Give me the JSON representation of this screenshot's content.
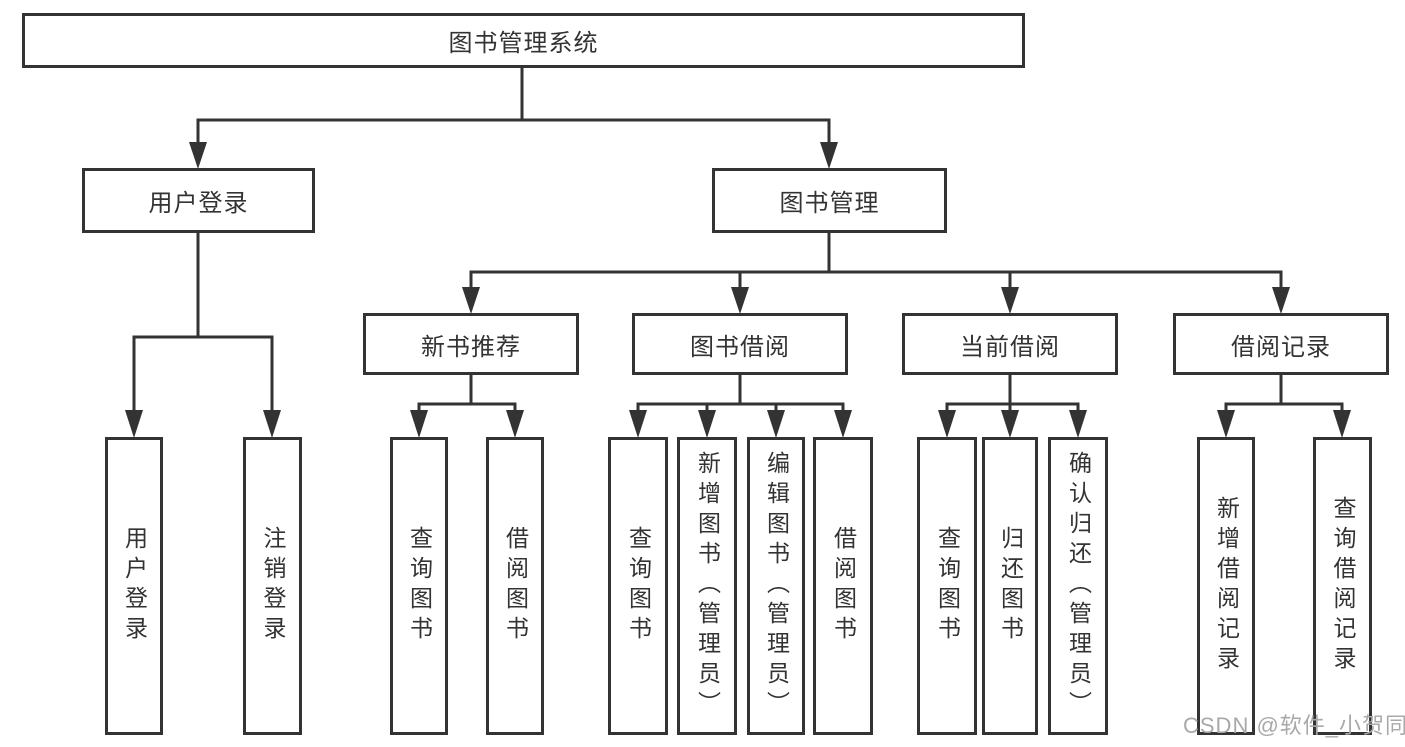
{
  "colors": {
    "line": "#333333",
    "text": "#333333",
    "background": "#ffffff",
    "watermark": "#a9a9a9"
  },
  "watermark": {
    "text": "CSDN @软件_小贺同学"
  },
  "tree": {
    "root": {
      "label": "图书管理系统",
      "children": [
        {
          "label": "用户登录",
          "children": [
            {
              "label": "用户登录"
            },
            {
              "label": "注销登录"
            }
          ]
        },
        {
          "label": "图书管理",
          "children": [
            {
              "label": "新书推荐",
              "children": [
                {
                  "label": "查询图书"
                },
                {
                  "label": "借阅图书"
                }
              ]
            },
            {
              "label": "图书借阅",
              "children": [
                {
                  "label": "查询图书"
                },
                {
                  "label": "新增图书（管理员）"
                },
                {
                  "label": "编辑图书（管理员）"
                },
                {
                  "label": "借阅图书"
                }
              ]
            },
            {
              "label": "当前借阅",
              "children": [
                {
                  "label": "查询图书"
                },
                {
                  "label": "归还图书"
                },
                {
                  "label": "确认归还（管理员）"
                }
              ]
            },
            {
              "label": "借阅记录",
              "children": [
                {
                  "label": "新增借阅记录"
                },
                {
                  "label": "查询借阅记录"
                }
              ]
            }
          ]
        }
      ]
    }
  }
}
